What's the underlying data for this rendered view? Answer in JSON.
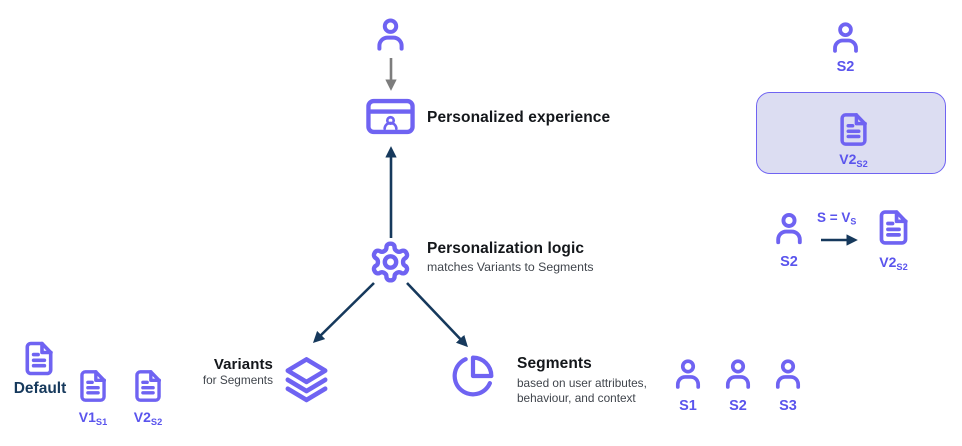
{
  "colors": {
    "purple": "#6f63f2",
    "purple_text": "#5a54ed",
    "navy": "#16395c",
    "heading_text": "#14171b",
    "box_fill": "#dcddf2",
    "gray_arrow": "#7d7d7d"
  },
  "experience": {
    "label": "Personalized experience"
  },
  "logic": {
    "title": "Personalization logic",
    "subtitle": "matches Variants to Segments"
  },
  "variants": {
    "title": "Variants",
    "subtitle": "for Segments",
    "default_label": "Default",
    "v1": {
      "base": "V1",
      "sub": "S1"
    },
    "v2": {
      "base": "V2",
      "sub": "S2"
    }
  },
  "segments": {
    "title": "Segments",
    "subtitle_line1": "based on user attributes,",
    "subtitle_line2": "behaviour, and context",
    "users": [
      "S1",
      "S2",
      "S3"
    ]
  },
  "example": {
    "top_user": "S2",
    "box_variant": {
      "base": "V2",
      "sub": "S2"
    },
    "flow_user": "S2",
    "rule": {
      "base": "S = V",
      "sub": "S"
    },
    "flow_variant": {
      "base": "V2",
      "sub": "S2"
    }
  }
}
